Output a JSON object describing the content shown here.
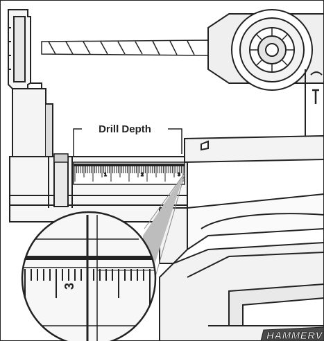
{
  "figure": {
    "callout_label": "Drill Depth",
    "brand_text": "HAMMERV",
    "scale_numbers": [
      "1",
      "2",
      "3"
    ],
    "magnified_number": "3"
  },
  "colors": {
    "line": "#222222",
    "fill_light": "#ececec",
    "fill_mid": "#cfcfcf",
    "fill_dark": "#9a9a9a",
    "magnifier_beam": "#bdbdbd"
  }
}
